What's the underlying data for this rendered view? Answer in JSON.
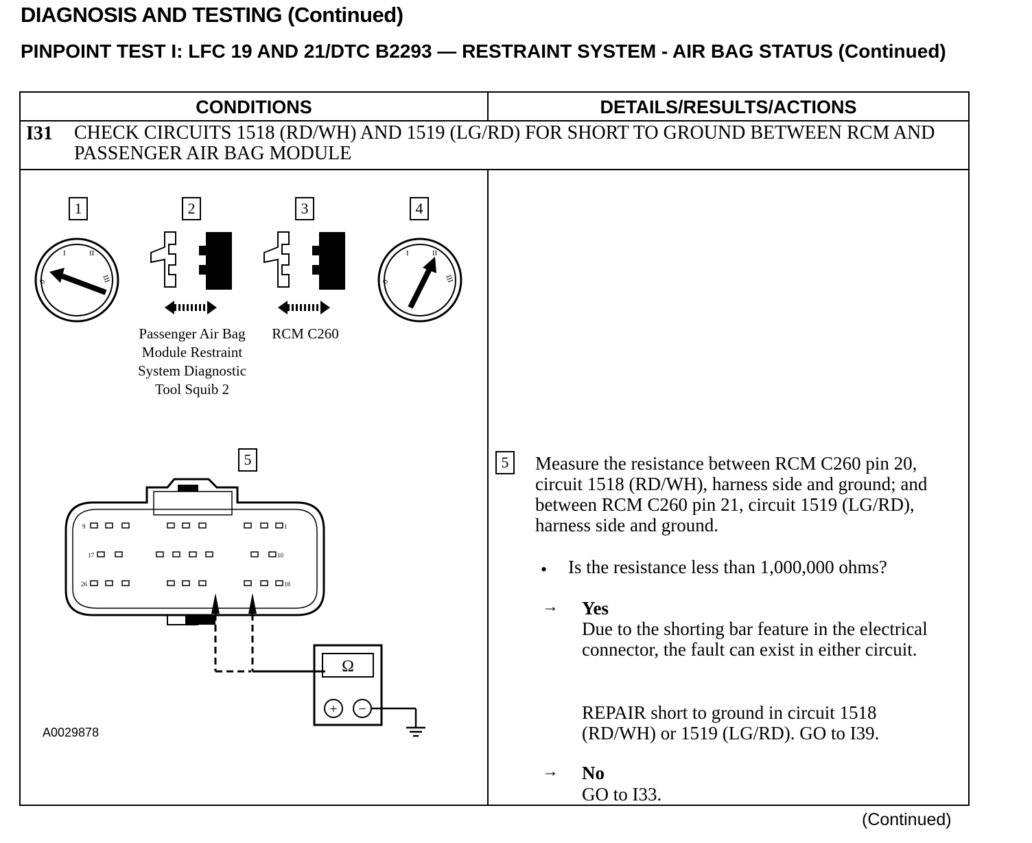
{
  "header": {
    "title": "DIAGNOSIS AND TESTING (Continued)",
    "test_title": "PINPOINT TEST I: LFC 19 AND 21/DTC B2293 — RESTRAINT SYSTEM - AIR BAG STATUS (Continued)"
  },
  "table": {
    "col_conditions": "CONDITIONS",
    "col_details": "DETAILS/RESULTS/ACTIONS",
    "step_id": "I31",
    "step_title": "CHECK CIRCUITS 1518 (RD/WH) AND 1519 (LG/RD) FOR SHORT TO GROUND BETWEEN RCM AND PASSENGER AIR BAG MODULE"
  },
  "figure": {
    "callouts": [
      "1",
      "2",
      "3",
      "4",
      "5"
    ],
    "caption_2": "Passenger Air Bag Module Restraint System Diagnostic Tool Squib 2",
    "caption_3": "RCM C260",
    "ignition_marks": [
      "0",
      "I",
      "II",
      "III"
    ],
    "pin_labels": [
      "9",
      "1",
      "17",
      "10",
      "26",
      "18"
    ],
    "ohm_symbol": "Ω",
    "plus": "+",
    "minus": "−",
    "figure_id": "A0029878"
  },
  "details": {
    "step_callout": "5",
    "action": "Measure the resistance between RCM C260 pin 20, circuit 1518 (RD/WH), harness side and ground; and between RCM C260 pin 21, circuit 1519 (LG/RD), harness side and ground.",
    "bullet": "•",
    "question": "Is the resistance less than 1,000,000 ohms?",
    "arrow": "→",
    "yes_label": "Yes",
    "yes_text_1": "Due to the shorting bar feature in the electrical connector, the fault can exist in either circuit.",
    "yes_text_2": "REPAIR short to ground in circuit 1518 (RD/WH) or 1519 (LG/RD). GO to I39.",
    "no_label": "No",
    "no_text": "GO to I33."
  },
  "footer": {
    "continued": "(Continued)"
  }
}
